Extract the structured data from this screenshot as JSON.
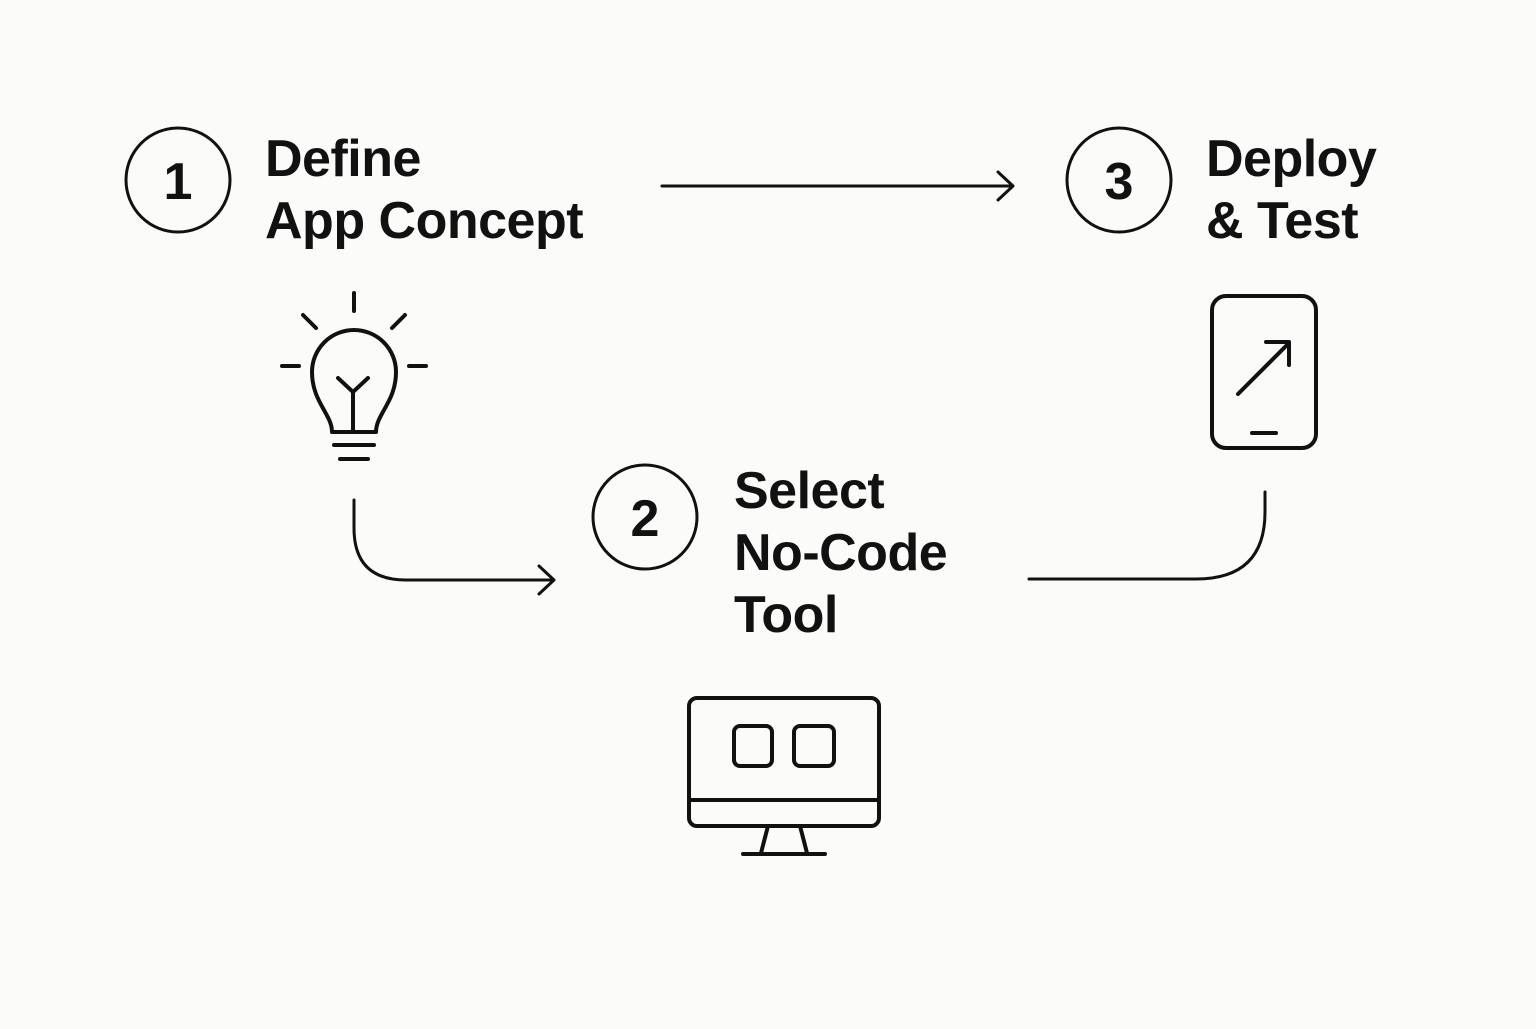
{
  "steps": [
    {
      "number": "1",
      "label_lines": [
        "Define",
        "App Concept"
      ],
      "icon": "lightbulb-icon"
    },
    {
      "number": "2",
      "label_lines": [
        "Select",
        "No-Code",
        "Tool"
      ],
      "icon": "monitor-icon"
    },
    {
      "number": "3",
      "label_lines": [
        "Deploy",
        "& Test"
      ],
      "icon": "smartphone-arrow-icon"
    }
  ],
  "colors": {
    "ink": "#111111",
    "background": "#fbfbf9"
  }
}
